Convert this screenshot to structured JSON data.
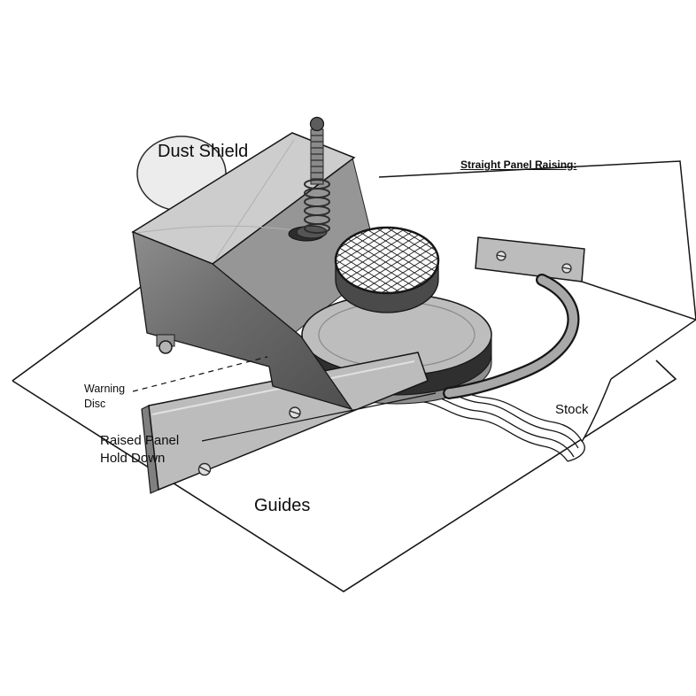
{
  "figure": {
    "section_title": "Straight Panel Raising:",
    "labels": {
      "dust_shield": "Dust Shield",
      "warning_disc": [
        "Warning",
        "Disc"
      ],
      "raised_panel_hold_down": [
        "Raised Panel",
        "Hold Down"
      ],
      "guides": "Guides",
      "stock": "Stock"
    },
    "colors": {
      "background": "#ffffff",
      "line": "#161616",
      "shield_top": "#cdcdcd",
      "shield_side": "#969696",
      "guide_bar": "#bcbcbc",
      "disc_top": "#bdbdbd",
      "disc_side": "#2f2f2f",
      "cutter_side": "#4a4a4a",
      "strap": "#a8a8a8"
    }
  }
}
